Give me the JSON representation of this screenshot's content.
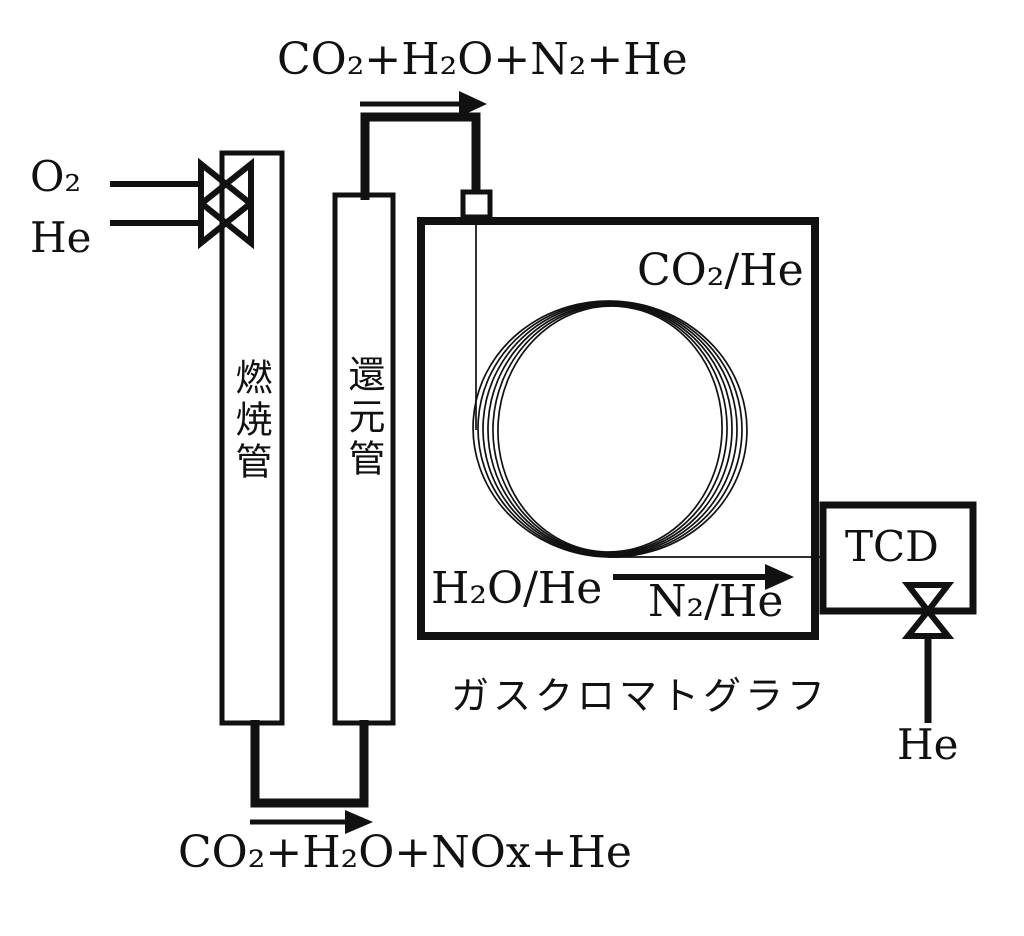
{
  "colors": {
    "line": "#111111",
    "background": "#ffffff"
  },
  "inlets": {
    "o2": "O₂",
    "he": "He"
  },
  "flows": {
    "top": "CO₂+H₂O+N₂+He",
    "bottom": "CO₂+H₂O+NOx+He"
  },
  "tubes": {
    "combustion": "燃焼管",
    "reduction": "還元管"
  },
  "chromatograph": {
    "caption": "ガスクロマトグラフ",
    "co2_he": "CO₂/He",
    "h2o_he": "H₂O/He",
    "n2_he": "N₂/He"
  },
  "detector": {
    "label": "TCD",
    "carrier": "He"
  }
}
